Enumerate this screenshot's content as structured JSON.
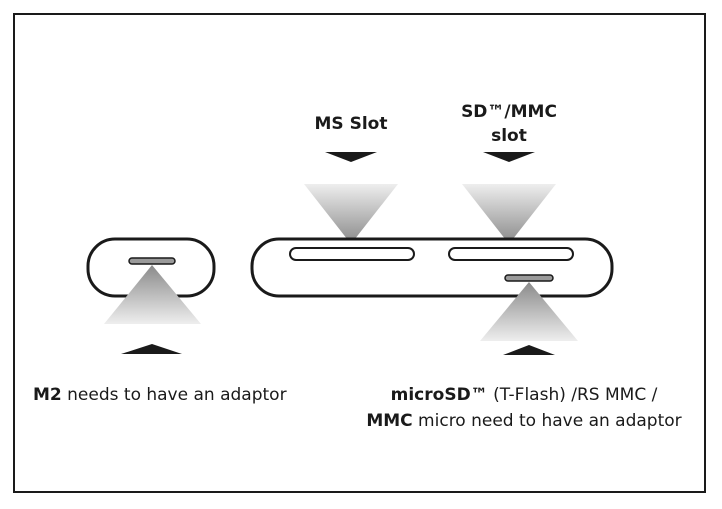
{
  "labels": {
    "ms_slot": "MS Slot",
    "sd_slot_line1": "SD™/MMC",
    "sd_slot_line2": "slot"
  },
  "captions": {
    "m2_bold": "M2",
    "m2_rest": " needs to have an adaptor",
    "micro_bold": "microSD™",
    "micro_rest": " (T-Flash) /RS MMC /",
    "mmc_bold": "MMC",
    "mmc_rest": " micro need to have an adaptor"
  },
  "colors": {
    "outline": "#1a1a1a",
    "beam_light": "#eeeeee",
    "beam_dark": "#8a8a8a",
    "slot_fill": "#9a9a9a"
  }
}
